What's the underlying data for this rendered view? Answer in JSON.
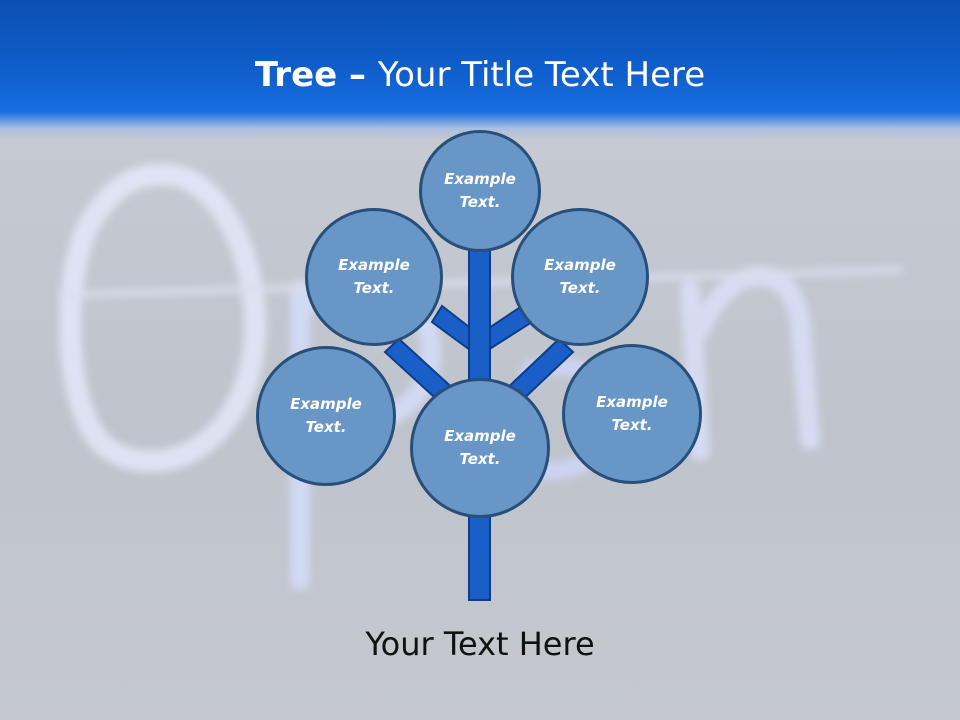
{
  "slide": {
    "title_bold": "Tree",
    "title_separator": " – ",
    "title_rest": "Your Title Text Here",
    "footer_text": "Your Text Here"
  },
  "diagram": {
    "nodes": [
      {
        "id": "top",
        "text": "Example Text."
      },
      {
        "id": "upper-left",
        "text": "Example Text."
      },
      {
        "id": "upper-right",
        "text": "Example Text."
      },
      {
        "id": "lower-left",
        "text": "Example Text."
      },
      {
        "id": "lower-right",
        "text": "Example Text."
      },
      {
        "id": "center",
        "text": "Example Text."
      }
    ]
  },
  "colors": {
    "header_blue": "#1060cf",
    "node_fill": "#6896c6",
    "node_border": "#284f7a",
    "trunk_fill": "#1a5fc8",
    "trunk_border": "#0d3d8a"
  }
}
